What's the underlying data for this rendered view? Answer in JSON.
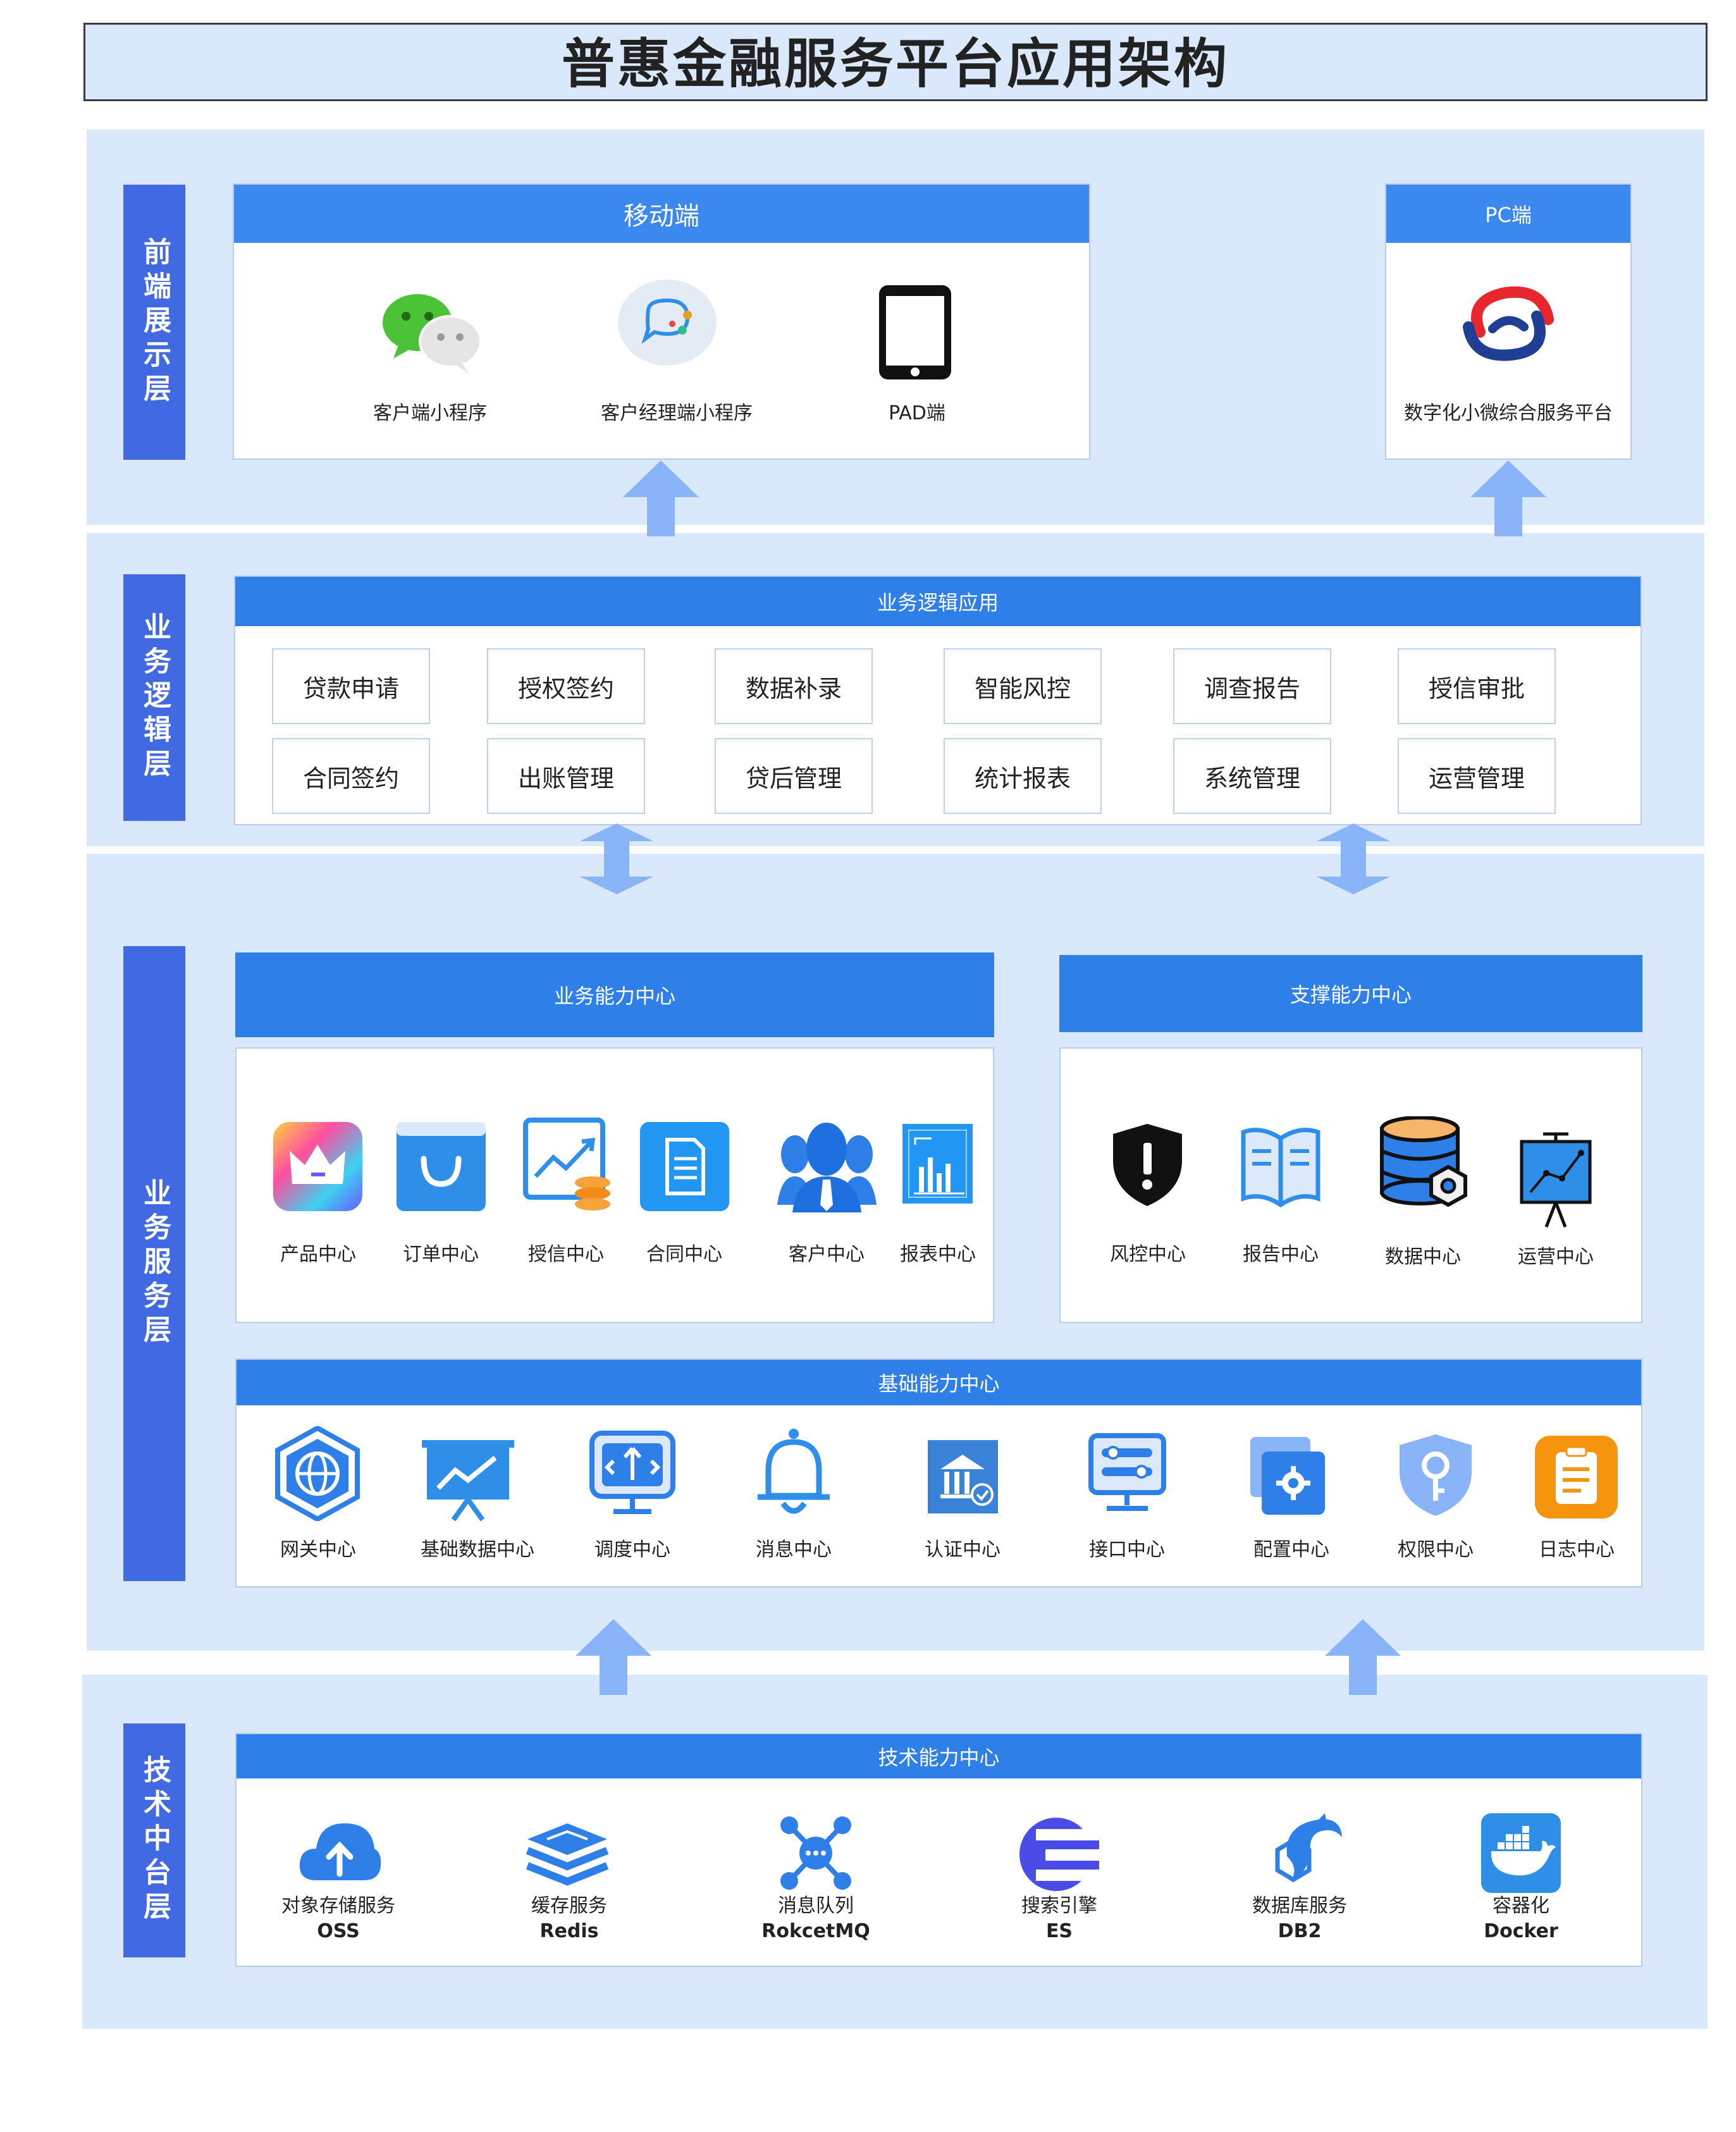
{
  "title": "普惠金融服务平台应用架构",
  "layers": {
    "frontend": "前端展示层",
    "logic": "业务逻辑层",
    "service": "业务服务层",
    "tech": "技术中台层"
  },
  "mobile": {
    "header": "移动端",
    "items": [
      "客户端小程序",
      "客户经理端小程序",
      "PAD端"
    ]
  },
  "pc": {
    "header": "PC端",
    "items": [
      "数字化小微综合服务平台"
    ]
  },
  "logic_app": {
    "header": "业务逻辑应用",
    "row1": [
      "贷款申请",
      "授权签约",
      "数据补录",
      "智能风控",
      "调查报告",
      "授信审批"
    ],
    "row2": [
      "合同签约",
      "出账管理",
      "贷后管理",
      "统计报表",
      "系统管理",
      "运营管理"
    ]
  },
  "business_center": {
    "header": "业务能力中心",
    "items": [
      "产品中心",
      "订单中心",
      "授信中心",
      "合同中心",
      "客户中心",
      "报表中心"
    ]
  },
  "support_center": {
    "header": "支撑能力中心",
    "items": [
      "风控中心",
      "报告中心",
      "数据中心",
      "运营中心"
    ]
  },
  "base_center": {
    "header": "基础能力中心",
    "items": [
      "网关中心",
      "基础数据中心",
      "调度中心",
      "消息中心",
      "认证中心",
      "接口中心",
      "配置中心",
      "权限中心",
      "日志中心"
    ]
  },
  "tech_center": {
    "header": "技术能力中心",
    "items": [
      {
        "name": "对象存储服务",
        "sub": "OSS"
      },
      {
        "name": "缓存服务",
        "sub": "Redis"
      },
      {
        "name": "消息队列",
        "sub": "RokcetMQ"
      },
      {
        "name": "搜索引擎",
        "sub": "ES"
      },
      {
        "name": "数据库服务",
        "sub": "DB2"
      },
      {
        "name": "容器化",
        "sub": "Docker"
      }
    ]
  },
  "colors": {
    "band": "#dae8fc",
    "side": "#4169e1",
    "header": "#2f7fe8",
    "arrow": "#8ab4f8"
  }
}
